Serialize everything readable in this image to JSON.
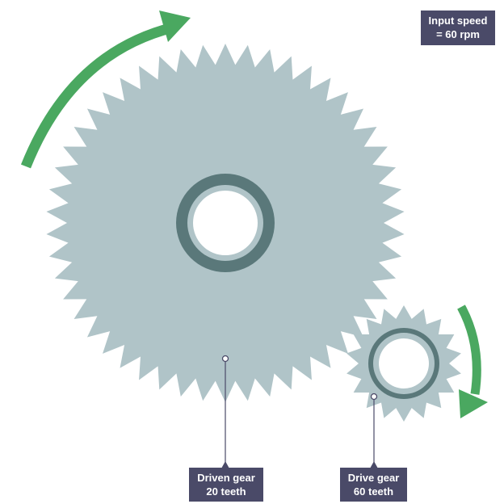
{
  "labels": {
    "input_speed": {
      "line1": "Input speed",
      "line2": "= 60 rpm"
    },
    "driven_gear": {
      "line1": "Driven gear",
      "line2": "20 teeth"
    },
    "drive_gear": {
      "line1": "Drive gear",
      "line2": "60 teeth"
    }
  },
  "colors": {
    "gear_fill": "#b0c4c8",
    "hub_ring": "#5a787a",
    "hub_inner_ring": "#b0c4c8",
    "arrow": "#4aa860",
    "label_bg": "#4a4a68",
    "leader_line": "#4a4a68",
    "background": "#ffffff"
  },
  "gears": {
    "driven": {
      "teeth": 50
    },
    "drive": {
      "teeth": 18
    }
  },
  "icons": {
    "large_gear_rotation": "clockwise-arrow-icon",
    "small_gear_rotation": "clockwise-arrow-icon"
  }
}
